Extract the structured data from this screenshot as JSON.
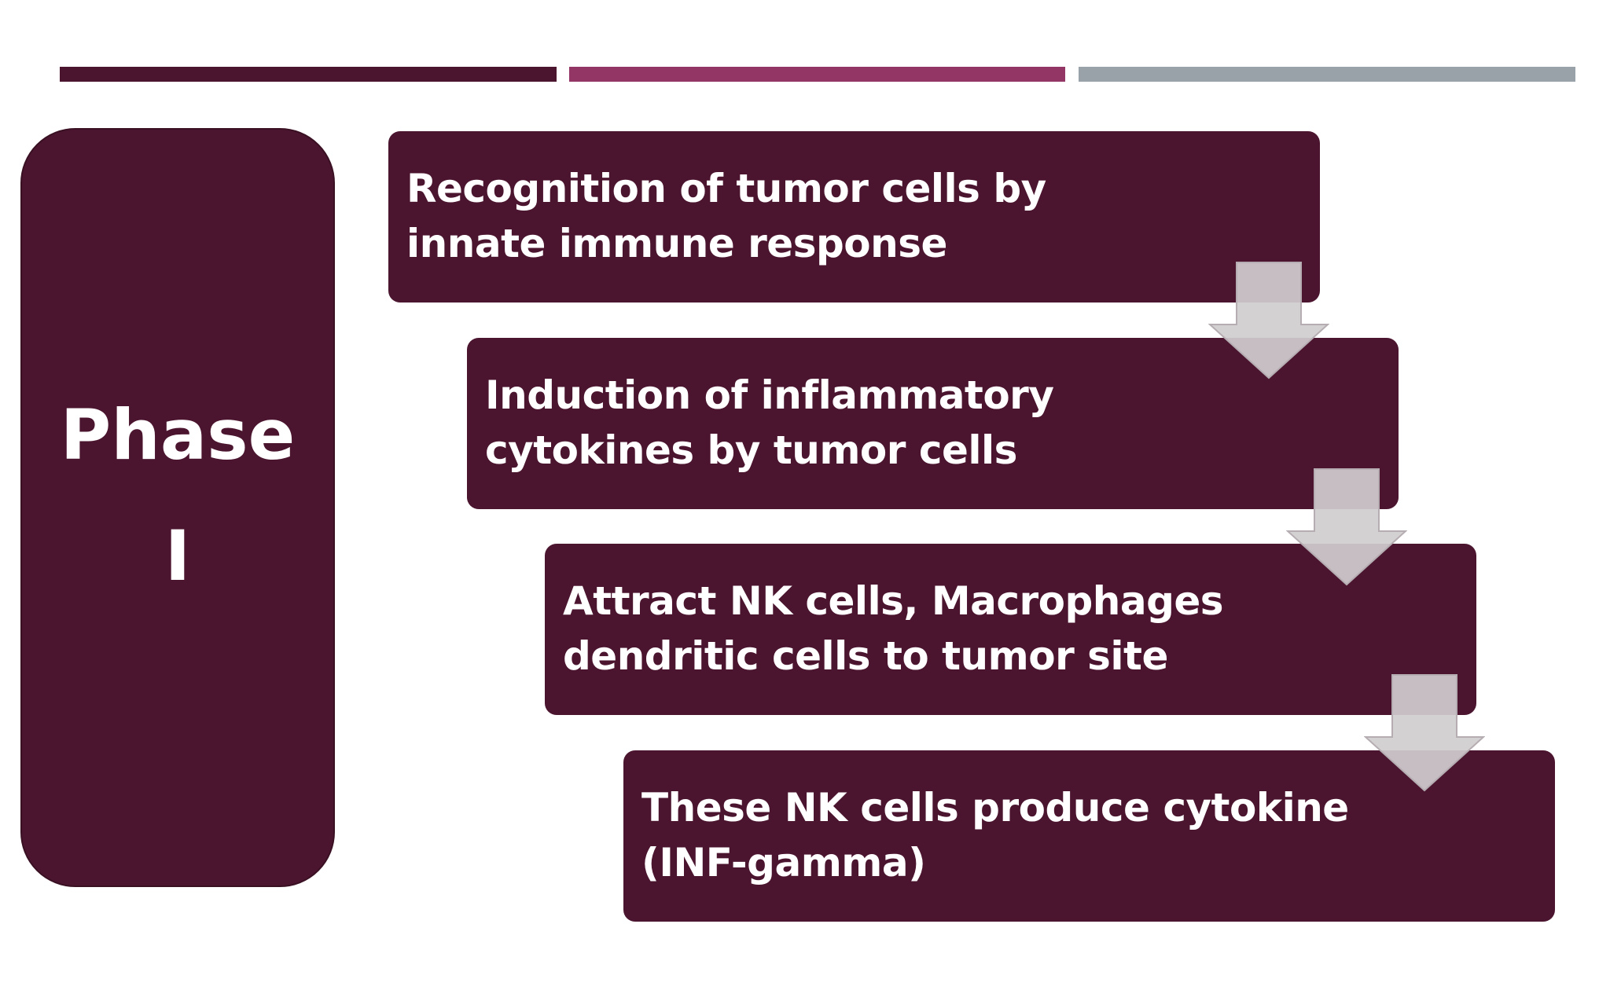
{
  "colors": {
    "box_fill": "#4b1530",
    "bar_dark": "#4b1530",
    "bar_magenta": "#943665",
    "bar_gray": "#98a2a8",
    "arrow_fill": "#d0cdcf",
    "arrow_stroke": "#b5adb1"
  },
  "phase": {
    "line1": "Phase",
    "line2": "I"
  },
  "steps": [
    {
      "line1": "Recognition of tumor cells by",
      "line2": "innate immune response"
    },
    {
      "line1": "Induction of inflammatory",
      "line2": "cytokines by tumor cells"
    },
    {
      "line1": "Attract NK cells, Macrophages",
      "line2": "dendritic cells to tumor site"
    },
    {
      "line1": "These NK cells produce cytokine",
      "line2": "(INF-gamma)"
    }
  ]
}
